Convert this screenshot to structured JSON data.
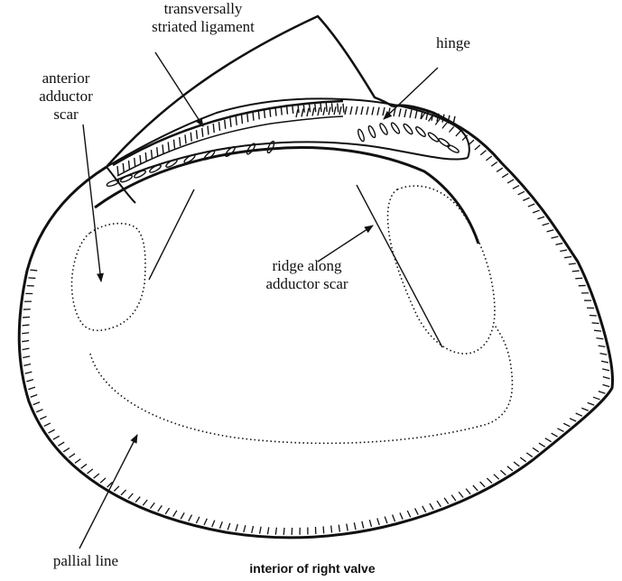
{
  "labels": {
    "ligament": [
      "transversally",
      "striated ligament"
    ],
    "hinge": "hinge",
    "anterior_scar": [
      "anterior",
      "adductor",
      "scar"
    ],
    "ridge": [
      "ridge along",
      "adductor scar"
    ],
    "pallial_line": "pallial line"
  },
  "caption": "interior of right valve",
  "colors": {
    "ink": "#111111",
    "background": "#ffffff"
  }
}
